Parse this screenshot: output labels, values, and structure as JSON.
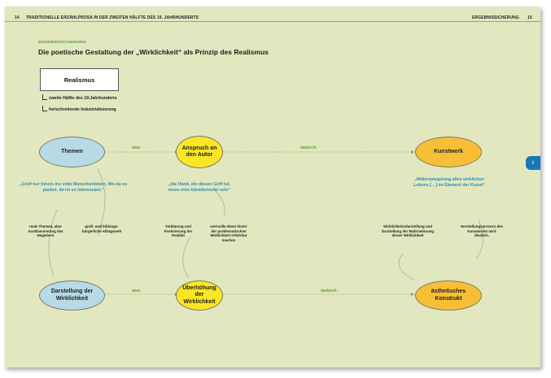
{
  "header": {
    "left_page_number": "14",
    "left_running_title": "TRADITIONELLE ERZÄHLPROSA IN DER ZWEITEN HÄLFTE DES 19. JAHRHUNDERTS",
    "right_running_title": "ERGEBNISSICHERUNG",
    "right_page_number": "15"
  },
  "section": {
    "kicker": "ERGEBNISSICHERUNG",
    "title": "Die poetische Gestaltung der „Wirklichkeit“ als Prinzip des Realismus"
  },
  "realismus": {
    "label": "Realismus",
    "points": [
      "zweite Hälfte des 19.Jahrhunderts",
      "fortschreitende Industrialisierung"
    ]
  },
  "nodes": {
    "themen": "Themen",
    "anspruch": "Anspruch an den Autor",
    "kunstwerk": "Kunstwerk",
    "darstellung": "Darstellung der Wirklichkeit",
    "ueberhoehung": "Überhöhung der Wirklichkeit",
    "konstrukt": "ästhetisches Konstrukt"
  },
  "connectors": {
    "aber_top": "aber",
    "dadurch_top": "dadurch",
    "aber_bottom": "aber",
    "dadurch_bottom": "dadurch"
  },
  "quotes": {
    "q1": "„Greif nur hinein ins volle Menschenleben, Wo du es packst, da ist es interessant.“",
    "q2": "„die Hand, die diesen Griff tut, muss eine künstlerische sein“",
    "q3": "„Widerspiegelung alles wirklichen Lebens […] im Element der Kunst“"
  },
  "notes": {
    "n1": "reale Themen, aber Ausklammerung des Negativen",
    "n2": "groß- und bildungs-bürgerliche Alltagswelt",
    "n3": "Verklärung und Poetisierung der Realität",
    "n4": "wertvolle Ideen hinter der problematischen Wirklichkeit erfahrbar machen",
    "n5": "Wirklichkeitsdarstellung und Darstellung der Wahrnehmung dieser Wirklichkeit",
    "n6": "Herstellungsprozess des Kunstwerks wird deutlich."
  },
  "side_tab": "I",
  "colors": {
    "page_bg": "#e3e7bf",
    "blue_node": "#b7dbe6",
    "yellow_node": "#fbe626",
    "orange_node": "#f8bf36",
    "quote_text": "#2a8cb3",
    "connector_green": "#5aa040",
    "tab_blue": "#1a76bd"
  }
}
